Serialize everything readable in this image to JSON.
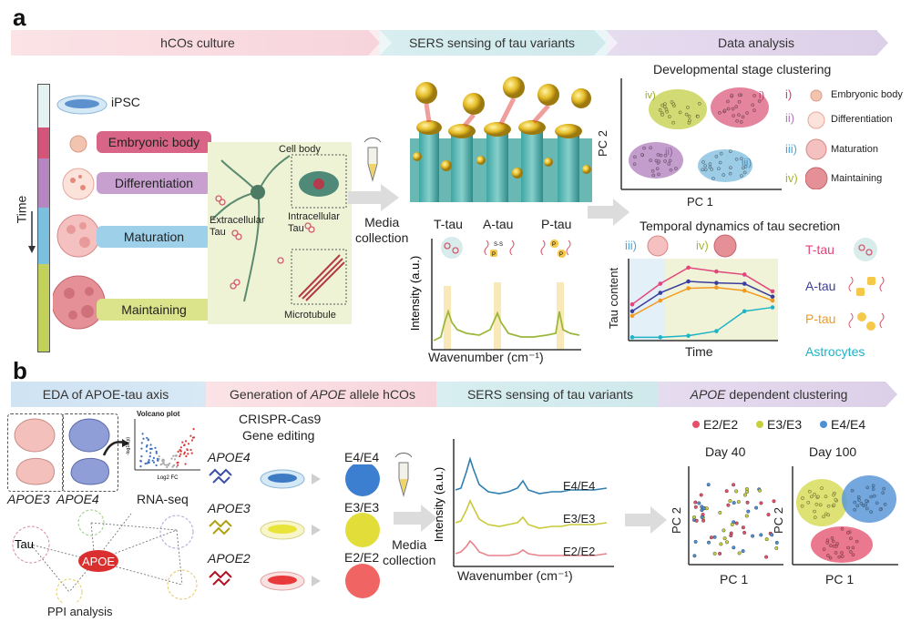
{
  "panel_a": {
    "letter": "a",
    "banner": [
      "hCOs culture",
      "SERS sensing of tau variants",
      "Data analysis"
    ],
    "time_label": "Time",
    "stages": [
      "iPSC",
      "Embryonic body",
      "Differentiation",
      "Maturation",
      "Maintaining"
    ],
    "neuron_labels": {
      "cell_body": "Cell body",
      "extracellular": "Extracellular\nTau",
      "intracellular": "Intracellular\nTau",
      "microtubule": "Microtubule"
    },
    "media_collection": "Media\ncollection",
    "tau_types": [
      "T-tau",
      "A-tau",
      "P-tau"
    ],
    "spectrum_ylabel": "Intensity (a.u.)",
    "spectrum_xlabel": "Wavenumber (cm⁻¹)",
    "cluster_title": "Developmental stage clustering",
    "pca": {
      "xlabel": "PC 1",
      "ylabel": "PC 2",
      "clusters": [
        "i)",
        "ii)",
        "iii)",
        "iv)"
      ]
    },
    "cluster_legend": [
      {
        "num": "i)",
        "label": "Embryonic body",
        "color": "#d9396a"
      },
      {
        "num": "ii)",
        "label": "Differentiation",
        "color": "#b07ab8"
      },
      {
        "num": "iii)",
        "label": "Maturation",
        "color": "#4aa3d8"
      },
      {
        "num": "iv)",
        "label": "Maintaining",
        "color": "#a8b52c"
      }
    ],
    "temporal_title": "Temporal dynamics of tau secretion",
    "temporal_stage_labels": [
      "iii)",
      "iv)"
    ],
    "temporal_axes": {
      "ylabel": "Tau content",
      "xlabel": "Time"
    },
    "temporal_legend": [
      {
        "label": "T-tau",
        "color": "#e0457b"
      },
      {
        "label": "A-tau",
        "color": "#3b3e9e"
      },
      {
        "label": "P-tau",
        "color": "#f39a1e"
      },
      {
        "label": "Astrocytes",
        "color": "#1fb3c6"
      }
    ]
  },
  "panel_b": {
    "letter": "b",
    "banner": [
      "EDA of APOE-tau axis",
      "Generation of ",
      "APOE",
      " allele hCOs",
      "SERS sensing of tau variants",
      "APOE",
      " dependent clustering"
    ],
    "brain_labels": [
      "APOE3",
      "APOE4"
    ],
    "volcano_title": "Volcano plot",
    "volcano_xlabel": "Log2 FC",
    "volcano_ylabel": "-log10(p)",
    "rnaseq": "RNA-seq",
    "ppi_hub": "APOE",
    "ppi_tau": "Tau",
    "ppi_label": "PPI analysis",
    "crispr": [
      "CRISPR-Cas9",
      "Gene editing"
    ],
    "alleles": [
      {
        "name": "APOE4",
        "genotype": "E4/E4",
        "color": "#3c7fd0"
      },
      {
        "name": "APOE3",
        "genotype": "E3/E3",
        "color": "#e3dd3a"
      },
      {
        "name": "APOE2",
        "genotype": "E2/E2",
        "color": "#f06464"
      }
    ],
    "media_collection": "Media\ncollection",
    "spectrum_ylabel": "Intensity (a.u.)",
    "spectrum_xlabel": "Wavenumber (cm⁻¹)",
    "spectrum_traces": [
      {
        "label": "E4/E4",
        "color": "#2e7fb0"
      },
      {
        "label": "E3/E3",
        "color": "#c9c93a"
      },
      {
        "label": "E2/E2",
        "color": "#e8838a"
      }
    ],
    "cluster_legend": [
      {
        "label": "E2/E2",
        "color": "#e6506a"
      },
      {
        "label": "E3/E3",
        "color": "#c8cf3d"
      },
      {
        "label": "E4/E4",
        "color": "#4d90d6"
      }
    ],
    "days": [
      "Day 40",
      "Day 100"
    ],
    "pca": {
      "xlabel": "PC 1",
      "ylabel": "PC 2"
    }
  },
  "chart_data": [
    {
      "type": "line",
      "title": "Temporal dynamics of tau secretion",
      "xlabel": "Time",
      "ylabel": "Tau content",
      "x": [
        1,
        2,
        3,
        4,
        5,
        6
      ],
      "series": [
        {
          "name": "T-tau",
          "values": [
            0.45,
            0.72,
            0.93,
            0.88,
            0.84,
            0.62
          ]
        },
        {
          "name": "A-tau",
          "values": [
            0.36,
            0.6,
            0.75,
            0.73,
            0.72,
            0.55
          ]
        },
        {
          "name": "P-tau",
          "values": [
            0.3,
            0.5,
            0.66,
            0.67,
            0.63,
            0.5
          ]
        },
        {
          "name": "Astrocytes",
          "values": [
            0.02,
            0.02,
            0.04,
            0.1,
            0.36,
            0.41
          ]
        }
      ]
    }
  ]
}
